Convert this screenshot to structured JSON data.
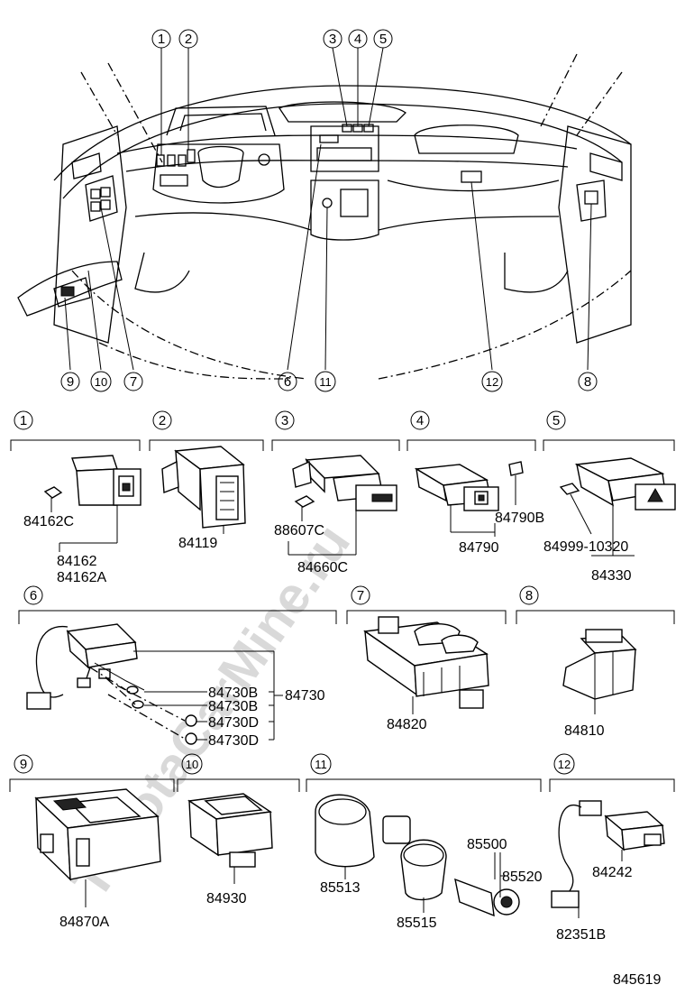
{
  "watermark": "ToyotaCarMine.ru",
  "diagram_id": "845619",
  "overview_callouts": [
    "1",
    "2",
    "3",
    "4",
    "5",
    "6",
    "7",
    "8",
    "9",
    "10",
    "11",
    "12"
  ],
  "sections": [
    {
      "num": "1",
      "parts": [
        "84162C",
        "84162",
        "84162A"
      ]
    },
    {
      "num": "2",
      "parts": [
        "84119"
      ]
    },
    {
      "num": "3",
      "parts": [
        "88607C",
        "84660C"
      ]
    },
    {
      "num": "4",
      "parts": [
        "84790B",
        "84790"
      ]
    },
    {
      "num": "5",
      "parts": [
        "84999-10320",
        "84330"
      ]
    },
    {
      "num": "6",
      "parts": [
        "84730B",
        "84730B",
        "84730D",
        "84730D",
        "84730"
      ]
    },
    {
      "num": "7",
      "parts": [
        "84820"
      ]
    },
    {
      "num": "8",
      "parts": [
        "84810"
      ]
    },
    {
      "num": "9",
      "parts": [
        "84870A"
      ]
    },
    {
      "num": "10",
      "parts": [
        "84930"
      ]
    },
    {
      "num": "11",
      "parts": [
        "85500",
        "85520",
        "85513",
        "85515"
      ]
    },
    {
      "num": "12",
      "parts": [
        "84242",
        "82351B"
      ]
    }
  ]
}
